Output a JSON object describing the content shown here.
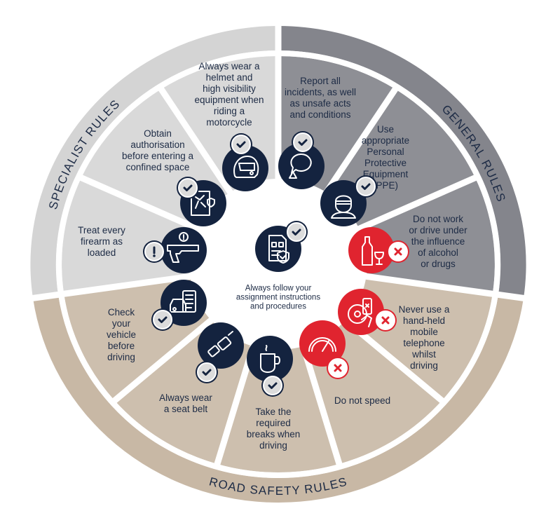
{
  "colors": {
    "navy": "#14233f",
    "red": "#e0242f",
    "specialist_ring": "#d4d4d4",
    "specialist_wedge": "#d9d9d9",
    "general_ring": "#84858c",
    "general_wedge": "#8e8f95",
    "road_ring": "#c8b8a5",
    "road_wedge": "#cdbfae",
    "text": "#1d2b45"
  },
  "ring_labels": {
    "specialist": "SPECIALIST RULES",
    "general": "GENERAL RULES",
    "road": "ROAD SAFETY RULES"
  },
  "center": {
    "icon": "document-checklist-shield-icon",
    "badge": "check",
    "lines": [
      "Always follow your",
      "assignment instructions",
      "and procedures"
    ]
  },
  "rules": [
    {
      "id": "report",
      "group": "general",
      "icon": "speech-bubble-warning-icon",
      "badge": "check",
      "lines": [
        "Report all",
        "incidents, as well",
        "as unsafe acts",
        "and conditions"
      ]
    },
    {
      "id": "ppe",
      "group": "general",
      "icon": "face-mask-person-icon",
      "badge": "check",
      "lines": [
        "Use",
        "appropriate",
        "Personal",
        "Protective",
        "Equipment",
        "(PPE)"
      ]
    },
    {
      "id": "alcohol",
      "group": "general",
      "icon": "bottle-glass-icon",
      "badge": "cross",
      "lines": [
        "Do not work",
        "or drive under",
        "the influence",
        "of alcohol",
        "or drugs"
      ]
    },
    {
      "id": "mobile",
      "group": "road",
      "icon": "steering-wheel-phone-icon",
      "badge": "cross",
      "lines": [
        "Never use a",
        "hand-held",
        "mobile",
        "telephone",
        "whilst",
        "driving"
      ]
    },
    {
      "id": "speed",
      "group": "road",
      "icon": "speedometer-icon",
      "badge": "cross",
      "lines": [
        "Do not speed"
      ]
    },
    {
      "id": "breaks",
      "group": "road",
      "icon": "coffee-mug-icon",
      "badge": "check",
      "lines": [
        "Take the",
        "required",
        "breaks when",
        "driving"
      ]
    },
    {
      "id": "seatbelt",
      "group": "road",
      "icon": "seat-belt-icon",
      "badge": "check",
      "lines": [
        "Always wear",
        "a seat belt"
      ]
    },
    {
      "id": "vehicle",
      "group": "road",
      "icon": "car-checklist-icon",
      "badge": "check",
      "lines": [
        "Check",
        "your",
        "vehicle",
        "before",
        "driving"
      ]
    },
    {
      "id": "firearm",
      "group": "specialist",
      "icon": "handgun-icon",
      "badge": "alert",
      "lines": [
        "Treat every",
        "firearm as",
        "loaded"
      ]
    },
    {
      "id": "confined",
      "group": "specialist",
      "icon": "confined-space-icon",
      "badge": "check",
      "lines": [
        "Obtain",
        "authorisation",
        "before entering a",
        "confined space"
      ]
    },
    {
      "id": "helmet",
      "group": "specialist",
      "icon": "motorcycle-helmet-icon",
      "badge": "check",
      "lines": [
        "Always wear a",
        "helmet and",
        "high visibility",
        "equipment when",
        "riding a",
        "motorcycle"
      ]
    }
  ]
}
